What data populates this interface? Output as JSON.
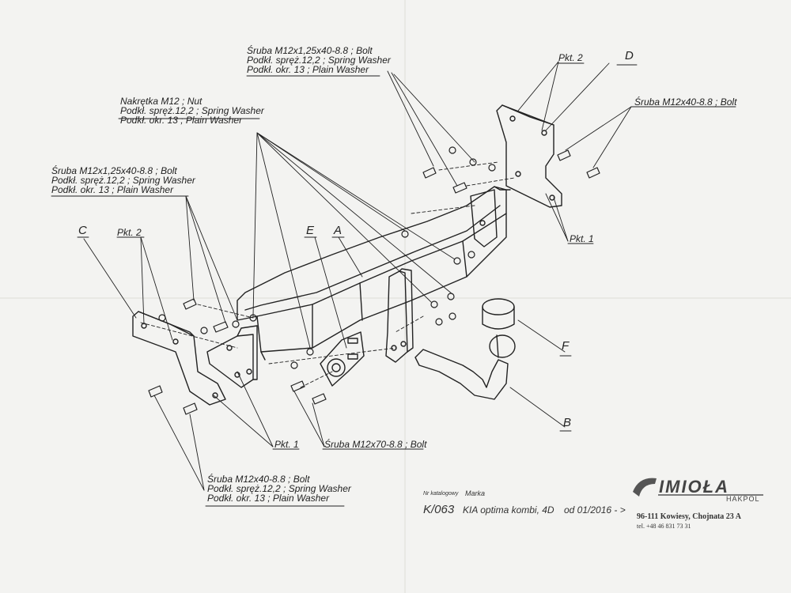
{
  "labels": {
    "top_bolt": [
      "Śruba M12x1,25x40-8.8 ;  Bolt",
      "Podkł. spręż.12,2 ; Spring Washer",
      "Podkł. okr. 13 ; Plain Washer"
    ],
    "nut_group": [
      "Nakrętka  M12 ; Nut",
      "Podkł. spręż.12,2 ; Spring Washer",
      "Podkł. okr. 13 ; Plain Washer"
    ],
    "left_bolt": [
      "Śruba M12x1,25x40-8.8 ;  Bolt",
      "Podkł. spręż.12,2 ; Spring Washer",
      "Podkł. okr. 13 ; Plain Washer"
    ],
    "bottom_bolt": [
      "Śruba M12x40-8.8 ;  Bolt",
      "Podkł. spręż.12,2 ; Spring Washer",
      "Podkł. okr. 13 ; Plain Washer"
    ],
    "right_bolt": "Śruba M12x40-8.8 ;  Bolt",
    "center_bolt": "Śruba M12x70-8.8 ;  Bolt",
    "pkt1": "Pkt. 1",
    "pkt2": "Pkt. 2",
    "part_letters": {
      "A": "A",
      "B": "B",
      "C": "C",
      "D": "D",
      "E": "E",
      "F": "F"
    }
  },
  "title_block": {
    "catalog_label": "Nr katalogowy",
    "brand_label": "Marka",
    "catalog_number": "K/063",
    "model": "KIA optima kombi, 4D",
    "date_range": "od 01/2016 - >"
  },
  "company": {
    "logo": "IMIOŁA",
    "sub": "HAKPOL",
    "address": "96-111 Kowiesy, Chojnata 23 A",
    "phone": "tel. +48 46 831 73 31"
  }
}
